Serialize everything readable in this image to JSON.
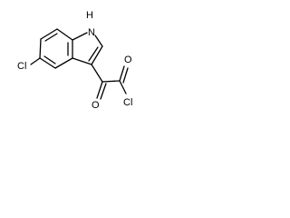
{
  "structure": {
    "atoms": {
      "nh": "H",
      "n": "N",
      "cl_ring": "Cl",
      "o_ketone": "O",
      "o_acyl": "O",
      "cl_acyl": "Cl"
    }
  }
}
